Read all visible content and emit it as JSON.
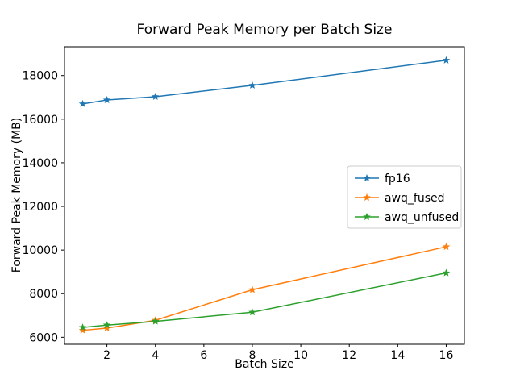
{
  "chart_data": {
    "type": "line",
    "title": "Forward Peak Memory per Batch Size",
    "xlabel": "Batch Size",
    "ylabel": "Forward Peak Memory (MB)",
    "x": [
      1,
      2,
      4,
      8,
      16
    ],
    "series": [
      {
        "name": "fp16",
        "color": "#1f77b4",
        "values": [
          16700,
          16880,
          17030,
          17550,
          18700
        ]
      },
      {
        "name": "awq_fused",
        "color": "#ff7f0e",
        "values": [
          6320,
          6420,
          6780,
          8180,
          10150
        ]
      },
      {
        "name": "awq_unfused",
        "color": "#2ca02c",
        "values": [
          6450,
          6560,
          6730,
          7150,
          8950
        ]
      }
    ],
    "xlim": [
      0.25,
      16.75
    ],
    "ylim": [
      5680,
      19320
    ],
    "xticks": [
      2,
      4,
      6,
      8,
      10,
      12,
      14,
      16
    ],
    "yticks": [
      6000,
      8000,
      10000,
      12000,
      14000,
      16000,
      18000
    ],
    "marker": "star",
    "line_width": 1.5,
    "grid": false,
    "legend_position": "center right",
    "colors": {
      "background": "#ffffff",
      "axes": "#000000",
      "legend_border": "#cccccc"
    }
  }
}
